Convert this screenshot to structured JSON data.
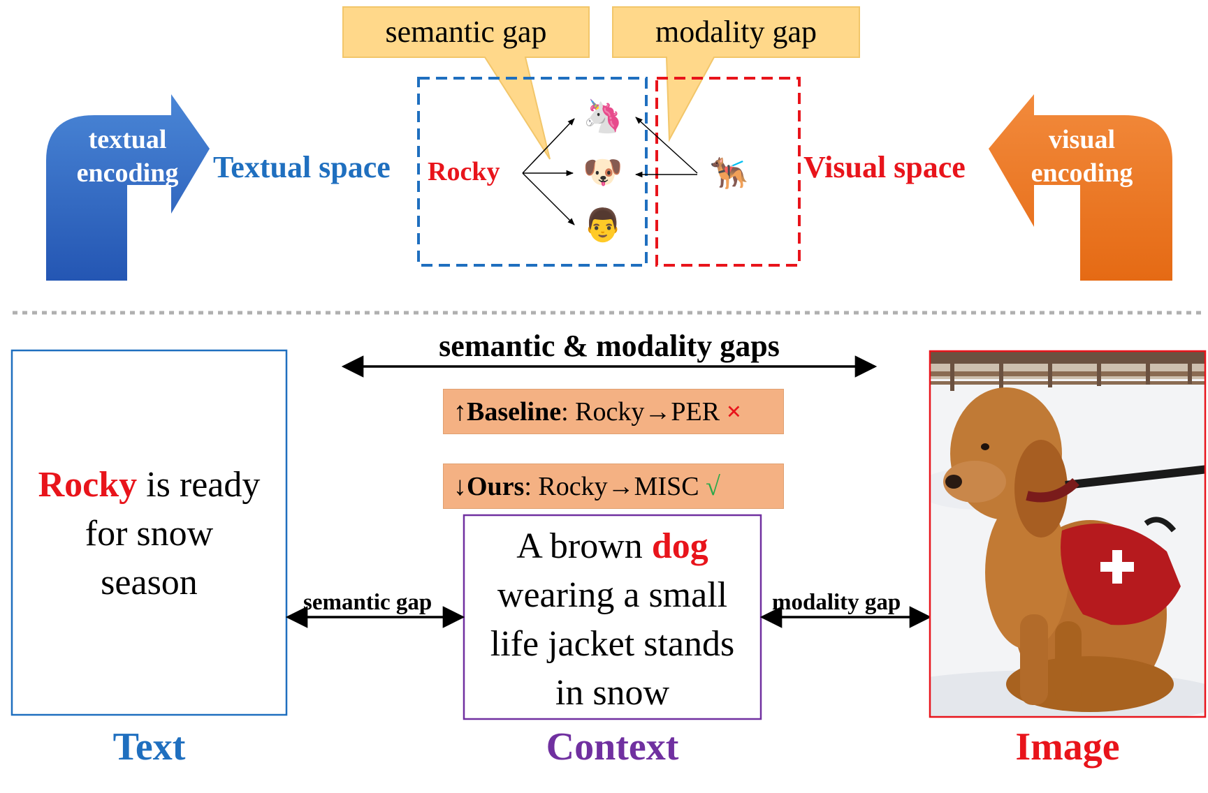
{
  "top": {
    "textual_encoding": [
      "textual",
      "encoding"
    ],
    "visual_encoding": [
      "visual",
      "encoding"
    ],
    "textual_space": "Textual space",
    "visual_space": "Visual space",
    "rocky": "Rocky",
    "semantic_gap_callout": "semantic gap",
    "modality_gap_callout": "modality gap",
    "emoji": {
      "unicorn": "🦄",
      "dog_face": "🐶",
      "man": "👨",
      "service_dog": "🐕‍🦺"
    }
  },
  "bottom": {
    "gaps_title": "semantic & modality gaps",
    "baseline": {
      "arrow": "↑",
      "name": "Baseline",
      "rest": ": Rocky→PER ",
      "mark": "×"
    },
    "ours": {
      "arrow": "↓",
      "name": "Ours",
      "rest": ": Rocky→MISC ",
      "mark": "√"
    },
    "text_panel": {
      "highlight": "Rocky",
      "rest_line1": " is ready",
      "line2": "for snow",
      "line3": "season"
    },
    "context_panel": {
      "line1_pre": "A brown ",
      "line1_highlight": "dog",
      "line2": "wearing a small",
      "line3": "life jacket stands",
      "line4": "in snow"
    },
    "semantic_gap": "semantic gap",
    "modality_gap": "modality gap",
    "captions": {
      "text": "Text",
      "context": "Context",
      "image": "Image"
    }
  },
  "colors": {
    "blue": "#1f6fbf",
    "red": "#e8141b",
    "orange": "#ee7b2a",
    "purple": "#7030a0",
    "callout": "#ffd88a",
    "result": "#f4b183",
    "green": "#2aa84a"
  }
}
